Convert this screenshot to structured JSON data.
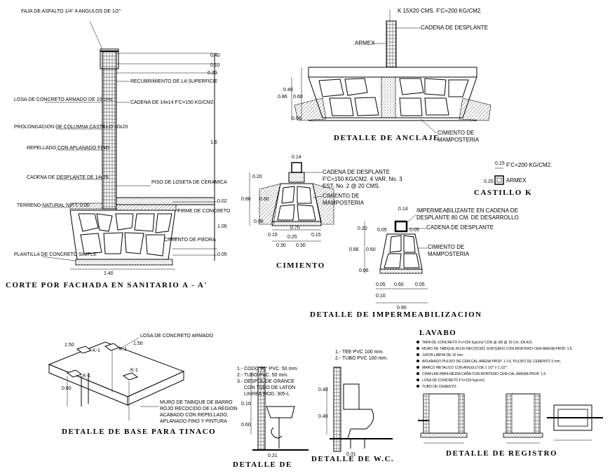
{
  "corte": {
    "title": "CORTE POR FACHADA EN SANITARIO A - A'",
    "notes": {
      "n1": "FAJA DE ASFALTO 1/4\" 4 ANGULOS DE 1/2\"",
      "n2": "LOSA DE CONCRETO ARMADO DE 10 cms.",
      "n3": "PROLONGACION DE COLUMNA CASTILLO 20x20",
      "n4": "REPELLADO CON APLANADO FINO",
      "n5": "CADENA DE DESPLANTE DE 14x25",
      "n6": "TERRENO NATURAL N.P.T. 0.00",
      "n7": "PLANTILLA DE CONCRETO SIMPLE",
      "n8": "RECUBRIMIENTO DE LA SUPERFICIE",
      "n9": "CADENA DE 14x14 F'C=150 KG/CM2",
      "n10": "PISO DE LOSETA DE CERAMICA",
      "n11": "FIRME DE CONCRETO",
      "n12": "CIMIENTO DE PIEDRA"
    },
    "dims": {
      "d1": "0.40",
      "d2": "0.10",
      "d3": "0.20",
      "d4": "1.6",
      "d5": "0.02",
      "d6": "1.05",
      "d7": "0.05",
      "d8": "1.40"
    }
  },
  "anclaje": {
    "title": "DETALLE DE ANCLAJE",
    "k_label": "K 15X20 CMS. F'C=200 KG/CM2.",
    "cadena": "CADENA DE DESPLANTE",
    "armex": "ARMEX",
    "cimiento": "CIMIENTO DE",
    "mamposteria": "MAMPOSTERIA",
    "dims": {
      "d1": "0.40",
      "d2": "0.60",
      "d3": "0.86",
      "d4": "0.06"
    }
  },
  "cimiento": {
    "title": "CIMIENTO",
    "cadena": "CADENA DE DESPLANTE",
    "fc": "F'C=150 KG/CM2. 4 VAR. No. 3",
    "est": "EST. No. 2 @ 20 CMS.",
    "cim1": "CIMIENTO DE",
    "cim2": "MAMPOSTERIA",
    "dims": {
      "d1": "0.14",
      "d2": "0.20",
      "d3": "0.86",
      "d4": "0.60",
      "d5": "0.06",
      "d6": "0.15",
      "d7": "0.70",
      "d8": "0.15",
      "d9": "0.30",
      "d10": "0.30",
      "d11": "0.25"
    }
  },
  "castillo": {
    "title": "CASTILLO K",
    "fc": "F'C=200 KG/CM2.",
    "armex": "ARMEX",
    "d1": "0.15",
    "d2": "0.20"
  },
  "imper": {
    "title": "DETALLE DE IMPERMEABILIZACION",
    "label1": "IMPERMEABILIZANTE EN CADENA DE",
    "label2": "DESPLANTE 80 CM. DE DESARROLLO",
    "cadena": "CADENA DE DESPLANTE",
    "cim1": "CIMIENTO DE",
    "cim2": "MAMPOSTERIA",
    "dims": {
      "d1": "0.14",
      "d2": "0.20",
      "d3": "0.05",
      "d4": "0.05",
      "d5": "0.86",
      "d6": "0.60",
      "d7": "0.06",
      "d8": "0.05",
      "d9": "0.60",
      "d10": "0.05",
      "d11": "0.10",
      "d12": "0.90"
    }
  },
  "tinaco": {
    "title": "DETALLE DE BASE PARA TINACO",
    "losa": "LOSA DE CONCRETO ARMADO",
    "muro1": "MURO DE TABIQUE DE BARRO",
    "muro2": "ROJO RECOCIDO DE LA REGION",
    "muro3": "ACABADO CON REPELLADO,",
    "muro4": "APLANADO FINO Y PINTURA",
    "k1": "K-1",
    "d1": "1.50",
    "d2": "1.50",
    "d3": "0.60"
  },
  "lavabo": {
    "title": "DETALLE DE",
    "n1": "1.- CODO 90° PVC. 50 mm.",
    "n2": "2.- TUBO PVC. 50 mm.",
    "n3": "3.- DESPOL DE GRANCE",
    "n4": "CON TUBO DE LATON",
    "n5": "LINREA MOD. 305-L",
    "d1": "0.10",
    "d2": "0.60",
    "d3": "0.21"
  },
  "wc": {
    "title": "DETALLE DE W.C.",
    "n1": "1.- TEE PVC 100 mm.",
    "n2": "2.- TUBO PVC 100 mm.",
    "d1": "0.40",
    "d2": "0.40",
    "d3": "0.31"
  },
  "registro": {
    "header": "LAVABO",
    "title": "DETALLE DE REGISTRO",
    "notes": [
      "TAPA DE CONCRETO F'c=150 Kg/cm2 CON @ 3/8 @ 15 Cm. EN A/S.",
      "MURO DE TABIQUE ROJO RECOCIDO JUNTEADO CON MORTERO CEM-ARENA PROP. 1:5.",
      "JUNTA LIMPIA DE 10 mm.",
      "APLANADO PULIDO DE CEM-CAL-ARENA PROP. 1:1:6, PULIDO DE CEMENTO 3 mm.",
      "MARCO METALICO CON ANGULO DE 1 1/2\" x 1 1/2\"",
      "CHAFLAN PARA MEDIA CAÑA CON MORTERO CEM-CAL-ARENA PROP. 1:5.",
      "LOSA DE CONCRETO F'c=150 Kg/cm2.",
      "TUBO DE CEMENTO."
    ]
  }
}
